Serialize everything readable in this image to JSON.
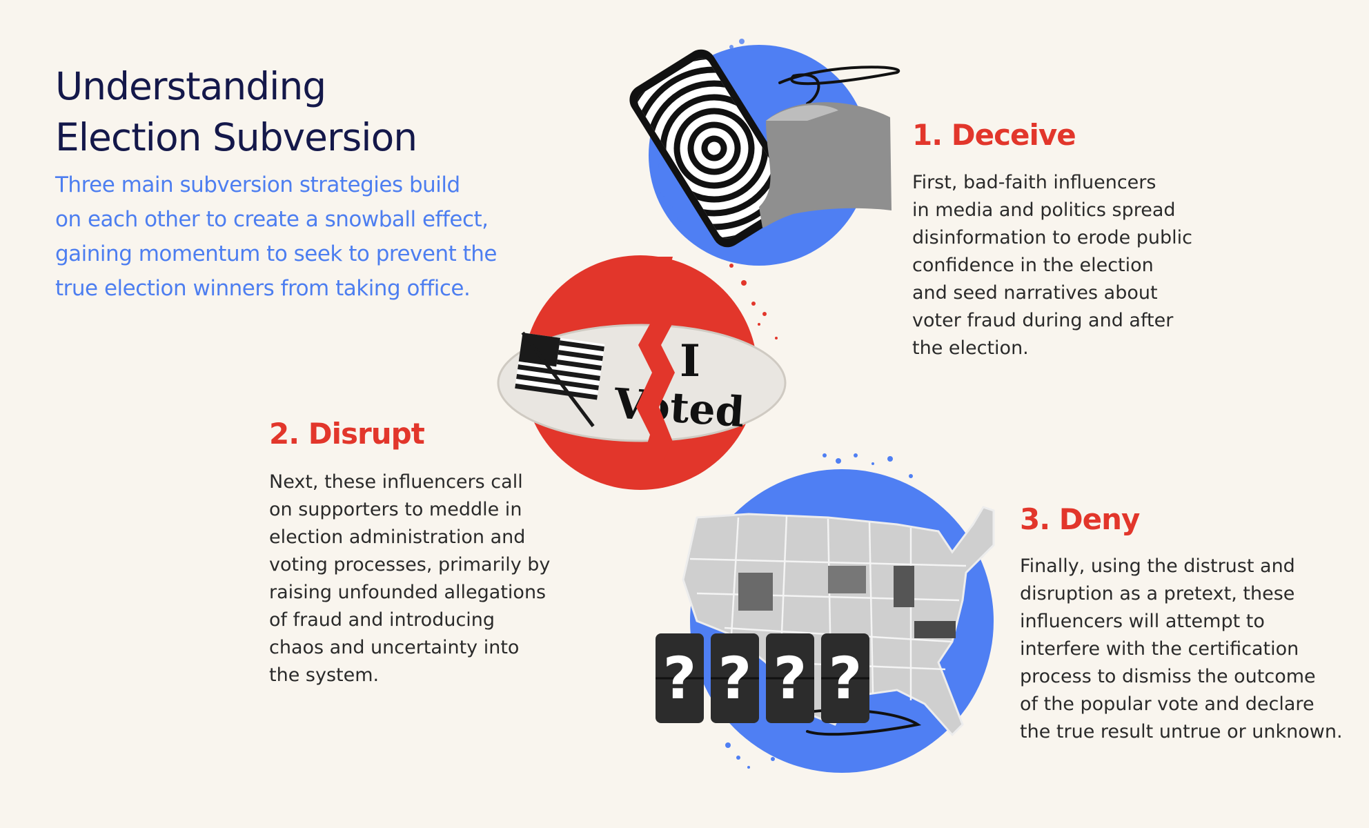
{
  "header": {
    "title_lines": [
      "Understanding",
      "Election Subversion"
    ],
    "subtitle_lines": [
      "Three main subversion strategies build",
      "on each other to create a snowball effect,",
      "gaining momentum to seek to prevent the",
      "true election winners from taking office."
    ]
  },
  "steps": [
    {
      "title": "1. Deceive",
      "body_lines": [
        "First, bad-faith influencers",
        "in media and politics spread",
        "disinformation to erode public",
        "confidence in the election",
        "and seed narratives about",
        "voter fraud during and after",
        "the election."
      ],
      "illustration": "phone-hypnotic-spiral-icon"
    },
    {
      "title": "2. Disrupt",
      "body_lines": [
        "Next, these influencers call",
        "on supporters to meddle in",
        "election administration and",
        "voting processes, primarily by",
        "raising unfounded allegations",
        "of fraud and introducing",
        "chaos and uncertainty into",
        "the system."
      ],
      "illustration": "torn-i-voted-sticker-icon",
      "sticker_text": [
        "I",
        "Voted"
      ]
    },
    {
      "title": "3. Deny",
      "body_lines": [
        "Finally, using the distrust and",
        "disruption as a pretext, these",
        "influencers will attempt to",
        "interfere with the certification",
        "process to dismiss the outcome",
        "of the popular vote and declare",
        "the true result untrue or unknown."
      ],
      "illustration": "us-map-question-marks-icon",
      "tiles": [
        "?",
        "?",
        "?",
        "?"
      ]
    }
  ],
  "colors": {
    "background": "#f9f5ee",
    "title": "#14184a",
    "subtitle": "#4d7ef0",
    "accent_red": "#e2362b",
    "accent_blue": "#4f7ff3",
    "body": "#2a2a2a"
  }
}
